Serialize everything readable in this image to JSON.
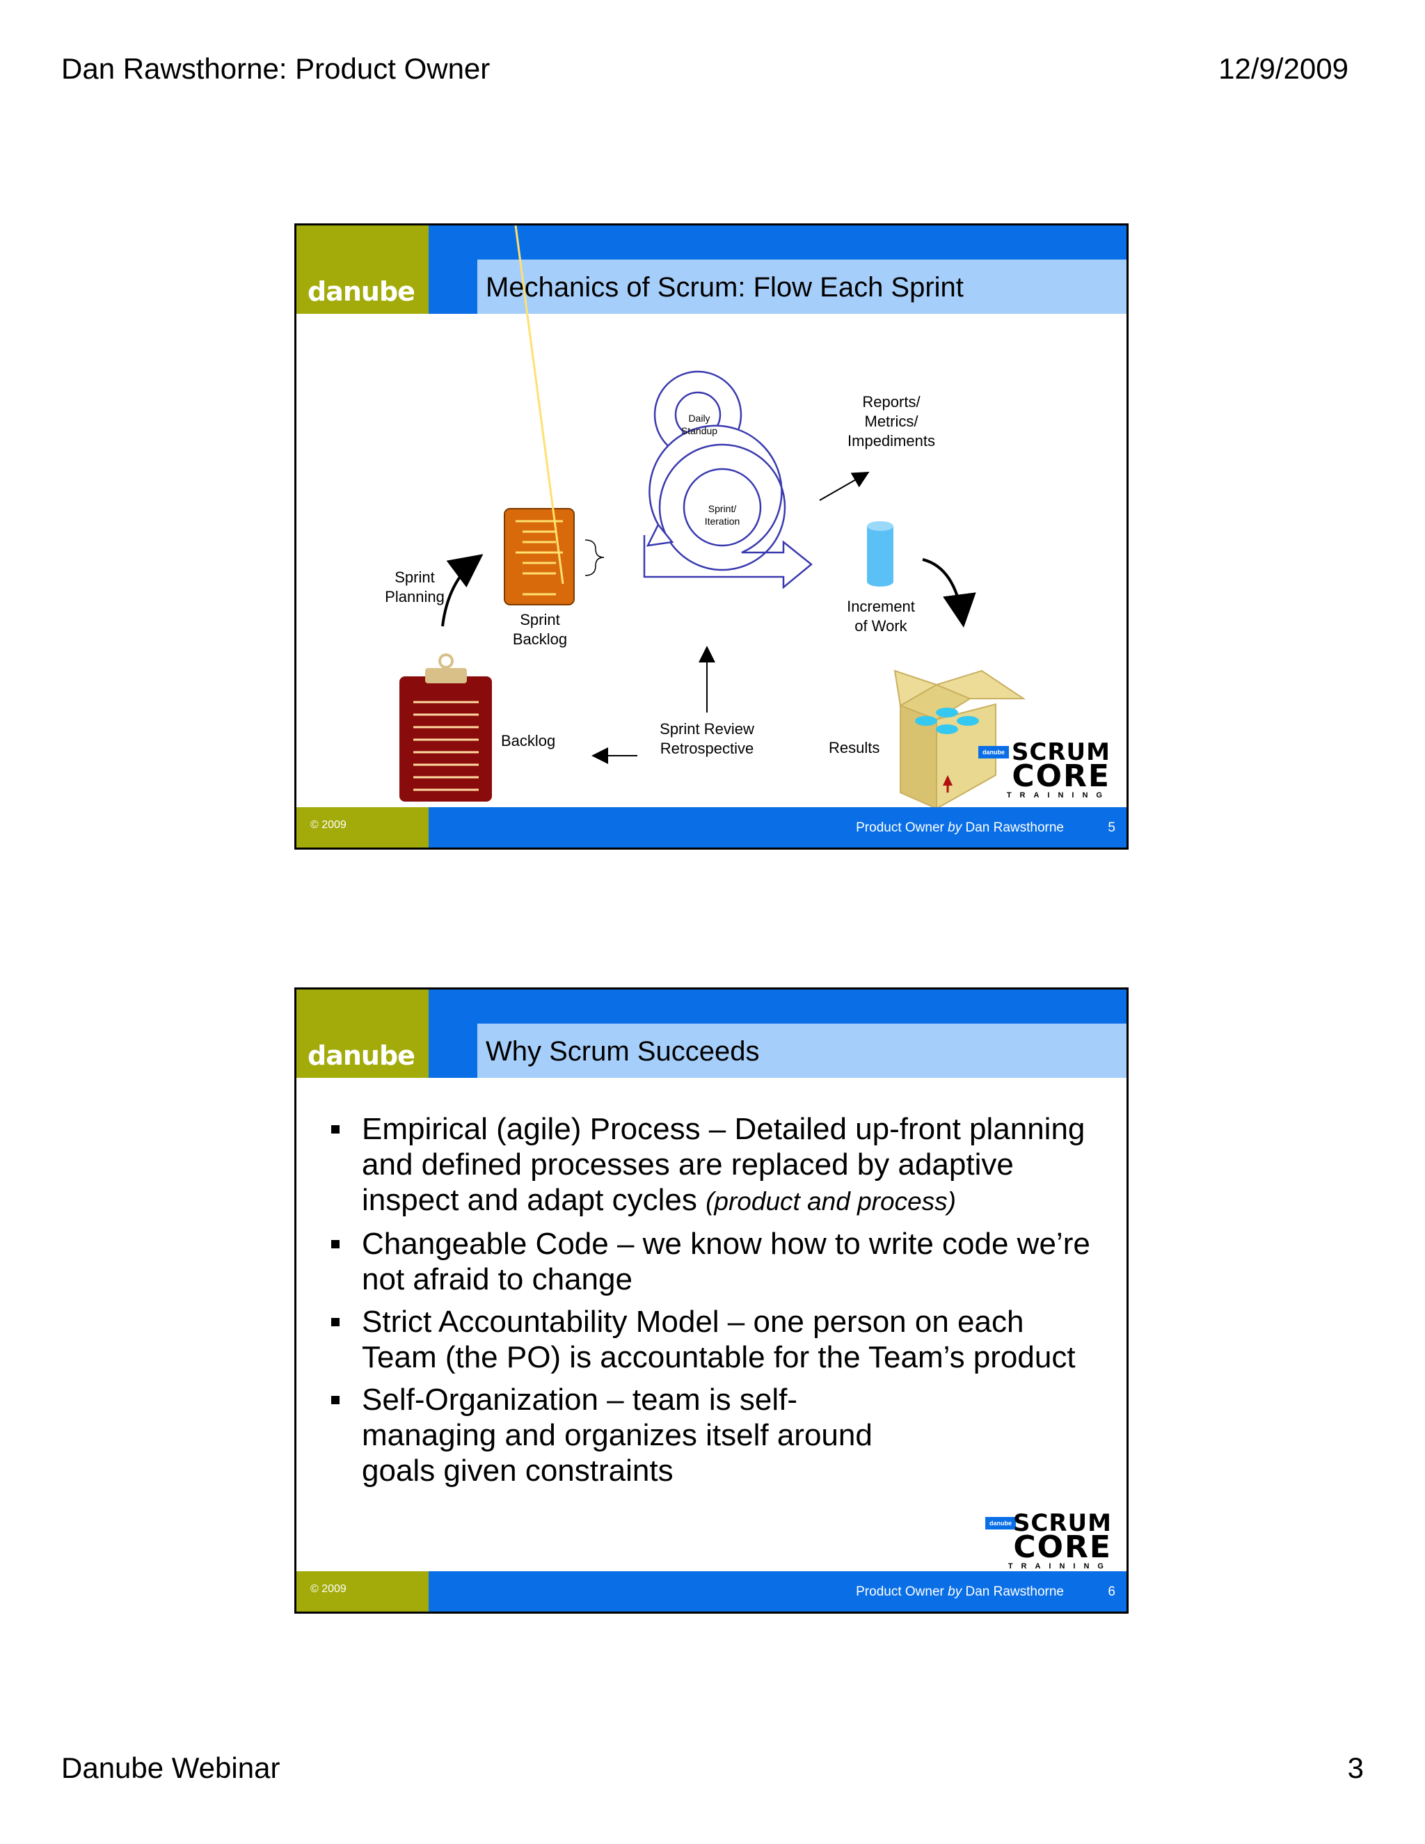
{
  "header": {
    "left": "Dan Rawsthorne: Product Owner",
    "right": "12/9/2009"
  },
  "footer": {
    "left": "Danube Webinar",
    "right": "3"
  },
  "slides": [
    {
      "brand": "danube",
      "title": "Mechanics of Scrum: Flow Each Sprint",
      "copyright": "© 2009",
      "footer_prefix": "Product Owner ",
      "footer_by": "by",
      "footer_author": " Dan Rawsthorne",
      "number": "5",
      "diagram": {
        "daily_standup": [
          "Daily",
          "Standup"
        ],
        "sprint_iteration": [
          "Sprint/",
          "Iteration"
        ],
        "reports": [
          "Reports/",
          "Metrics/",
          "Impediments"
        ],
        "sprint_planning": [
          "Sprint",
          "Planning"
        ],
        "sprint_backlog": [
          "Sprint",
          "Backlog"
        ],
        "increment": [
          "Increment",
          "of Work"
        ],
        "backlog": "Backlog",
        "sprint_review": [
          "Sprint Review",
          "Retrospective"
        ],
        "results": "Results"
      },
      "logo": {
        "mini": "danube",
        "scrum": "SCRUM",
        "core": "CORE",
        "training": "TRAINING"
      }
    },
    {
      "brand": "danube",
      "title": "Why Scrum Succeeds",
      "copyright": "© 2009",
      "footer_prefix": "Product Owner ",
      "footer_by": "by",
      "footer_author": " Dan Rawsthorne",
      "number": "6",
      "bullets": [
        {
          "text": "Empirical (agile) Process – Detailed up-front planning and defined processes are replaced by adaptive inspect and adapt cycles ",
          "italic": "(product and process)"
        },
        {
          "text": "Changeable Code – we know how to write code we’re not afraid to change"
        },
        {
          "text": "Strict Accountability Model – one person on each Team (the PO) is accountable for the Team’s product"
        },
        {
          "text": "Self-Organization – team is self-managing and organizes itself around goals given constraints"
        }
      ],
      "logo": {
        "mini": "danube",
        "scrum": "SCRUM",
        "core": "CORE",
        "training": "TRAINING"
      }
    }
  ],
  "colors": {
    "olive": "#a3ab0a",
    "blue": "#0a6fe6",
    "title_bar": "#a6cefa",
    "sprint_backlog": "#d96a0c",
    "backlog": "#8a0b0b",
    "increment": "#5bc0f5",
    "box": "#e2cf7f"
  }
}
